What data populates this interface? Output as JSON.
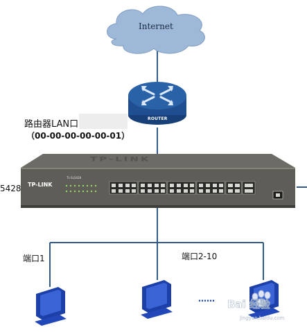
{
  "cloud": {
    "label": "Internet"
  },
  "router": {
    "label": "ROUTER",
    "caption": "路由器LAN口",
    "mac": "（00-00-00-00-00-01）"
  },
  "switch": {
    "brand": "TP-LINK",
    "model_text": "5428",
    "panel_logo": "TP-LINK",
    "panel_model": "TL-SL5428"
  },
  "ports": {
    "left_label": "端口1",
    "right_label": "端口2-10",
    "ellipsis": "……"
  },
  "watermark": {
    "text": "Bai 经验",
    "sub": "jingyan.baidu.com"
  },
  "colors": {
    "line": "#2f5a8a",
    "cloud": "#9eb8d8",
    "router": "#2a62a8",
    "switch_body": "#5e5d57",
    "pc": "#2147b8"
  }
}
